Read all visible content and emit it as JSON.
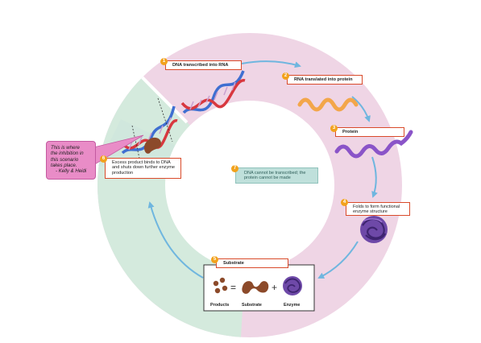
{
  "steps": [
    {
      "number": "1",
      "label": "DNA transcribed into RNA"
    },
    {
      "number": "2",
      "label": "RNA translated into protein"
    },
    {
      "number": "3",
      "label": "Protein"
    },
    {
      "number": "4",
      "label": "Folds to form functional enzyme structure"
    },
    {
      "number": "5",
      "label": "Substrate"
    },
    {
      "number": "6",
      "label": "Excess product binds to DNA and shuts down further enzyme production"
    },
    {
      "number": "7",
      "label": "DNA cannot be transcribed; the protein cannot be made"
    }
  ],
  "equation": {
    "products": "Products",
    "substrate": "Substrate",
    "enzyme": "Enzyme",
    "equals": "=",
    "plus": "+"
  },
  "annotation": {
    "lines": [
      "This is where",
      "the inhibition in",
      "this scenario",
      "takes place.",
      "- Kelly & Heidi"
    ]
  },
  "colors": {
    "ring_pink": "#efd5e5",
    "ring_mint": "#d4eadd",
    "arrow_blue": "#6fb6df",
    "label_border": "#d94a2a",
    "badge": "#f2a21c",
    "dna_red": "#d8383f",
    "dna_blue": "#3f6fd1",
    "rna_orange": "#f3a64a",
    "protein_purple": "#8a54c8",
    "enzyme_purple": "#6e49a8",
    "note_pink": "#e98cc7"
  }
}
